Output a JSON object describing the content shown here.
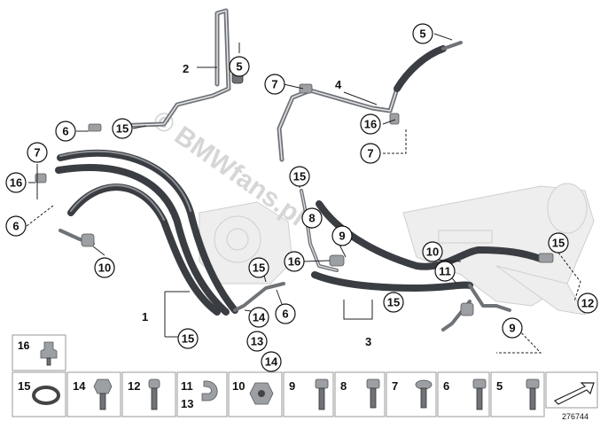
{
  "watermark": "© BMWfans.pl",
  "reference_number": "276744",
  "callouts": {
    "c5_top_right": "5",
    "c2": "2",
    "c5_top_mid": "5",
    "c7_pipe": "7",
    "c4": "4",
    "c16_upper_right": "16",
    "c7_upper_right": "7",
    "c6_left": "6",
    "c15_left": "15",
    "c7_left": "7",
    "c16_left": "16",
    "c6_far_left": "6",
    "c10_left": "10",
    "c15_center": "15",
    "c8": "8",
    "c9_mid": "9",
    "c16_mid": "16",
    "c10_right": "10",
    "c11_right": "11",
    "c15_right": "15",
    "c12_right": "12",
    "c15_pump": "15",
    "c6_mid": "6",
    "c14_mid": "14",
    "c13": "13",
    "c14_low": "14",
    "c15_group1": "15",
    "c15_group3": "15",
    "c9_low": "9",
    "c1": "1",
    "c3": "3"
  },
  "legend": {
    "row1": [
      "16"
    ],
    "row2": [
      "15",
      "14",
      "12",
      "11",
      "13",
      "10",
      "9",
      "8",
      "7",
      "6",
      "5"
    ]
  }
}
